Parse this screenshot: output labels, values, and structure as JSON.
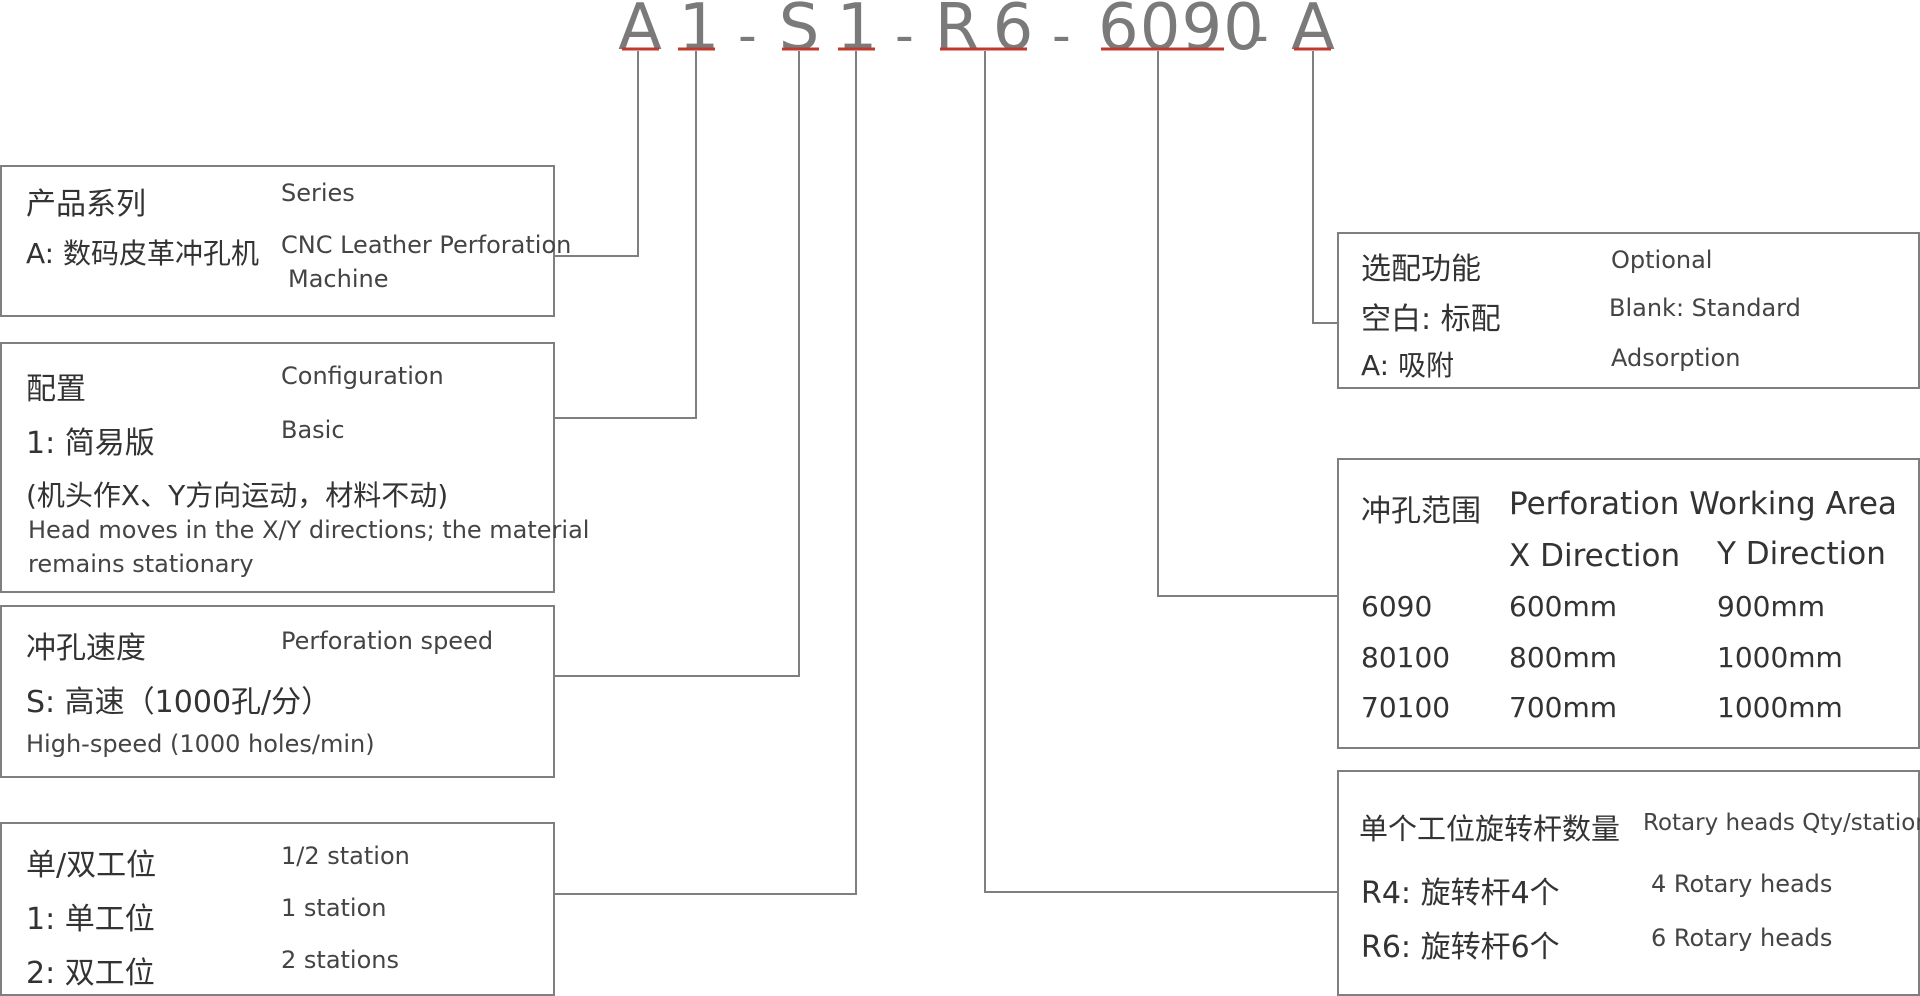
{
  "code": {
    "segments": [
      "A",
      "1",
      "S",
      "1",
      "R",
      "6",
      "6090",
      "A"
    ],
    "separator": "-",
    "underline_color": "#c0392b"
  },
  "boxes": {
    "series": {
      "title_zh": "产品系列",
      "title_en": "Series",
      "item_zh": "A: 数码皮革冲孔机",
      "item_en_1": "CNC Leather Perforation",
      "item_en_2": "Machine"
    },
    "configuration": {
      "title_zh": "配置",
      "title_en": "Configuration",
      "item_zh": "1: 简易版",
      "item_en": "Basic",
      "note_zh": "(机头作X、Y方向运动，材料不动)",
      "note_en_1": "Head moves in the X/Y directions; the material",
      "note_en_2": "remains stationary"
    },
    "speed": {
      "title_zh": "冲孔速度",
      "title_en": "Perforation speed",
      "item_zh": "S: 高速（1000孔/分）",
      "item_en": "High-speed (1000 holes/min)"
    },
    "station": {
      "title_zh": "单/双工位",
      "title_en": "1/2 station",
      "item1_zh": "1: 单工位",
      "item1_en": "1 station",
      "item2_zh": "2: 双工位",
      "item2_en": "2 stations"
    },
    "optional": {
      "title_zh": "选配功能",
      "title_en": "Optional",
      "item1_zh": "空白: 标配",
      "item1_en": "Blank: Standard",
      "item2_zh": "A: 吸附",
      "item2_en": "Adsorption"
    },
    "area": {
      "title_zh": "冲孔范围",
      "title_en": "Perforation  Working Area",
      "col_x": "X Direction",
      "col_y": "Y Direction",
      "rows": [
        {
          "model": "6090",
          "x": "600mm",
          "y": "900mm"
        },
        {
          "model": "80100",
          "x": "800mm",
          "y": "1000mm"
        },
        {
          "model": "70100",
          "x": "700mm",
          "y": "1000mm"
        }
      ]
    },
    "rotary": {
      "title_zh": "单个工位旋转杆数量",
      "title_en": "Rotary heads Qty/station",
      "item1_zh": "R4: 旋转杆4个",
      "item1_en": "4 Rotary heads",
      "item2_zh": "R6: 旋转杆6个",
      "item2_en": "6 Rotary heads"
    }
  }
}
